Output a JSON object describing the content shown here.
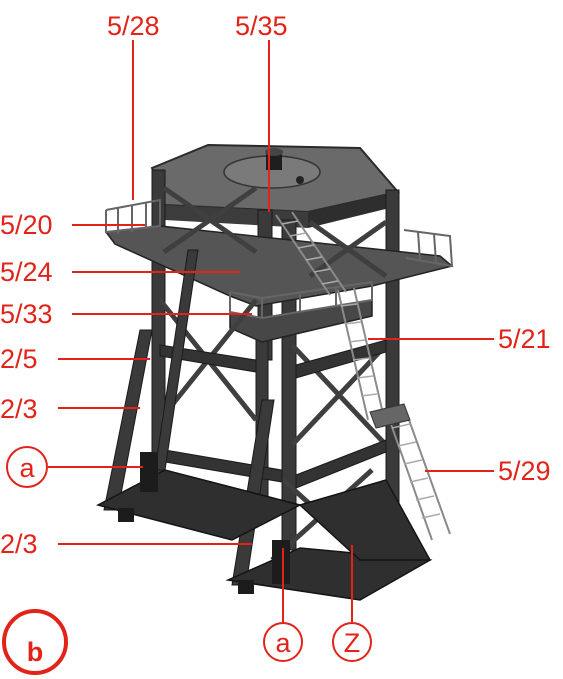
{
  "diagram": {
    "panel_letter": "b",
    "accent_color": "#e2231a",
    "structure_color": "#3a3a3a",
    "labels": {
      "top_left": "5/28",
      "top_center": "5/35",
      "left_1": "5/20",
      "left_2": "5/24",
      "left_3": "5/33",
      "left_4": "2/5",
      "left_5": "2/3",
      "left_circle": "a",
      "left_6": "2/3",
      "right_1": "5/21",
      "right_2": "5/29",
      "bottom_circle_a": "a",
      "bottom_circle_z": "Z"
    }
  }
}
